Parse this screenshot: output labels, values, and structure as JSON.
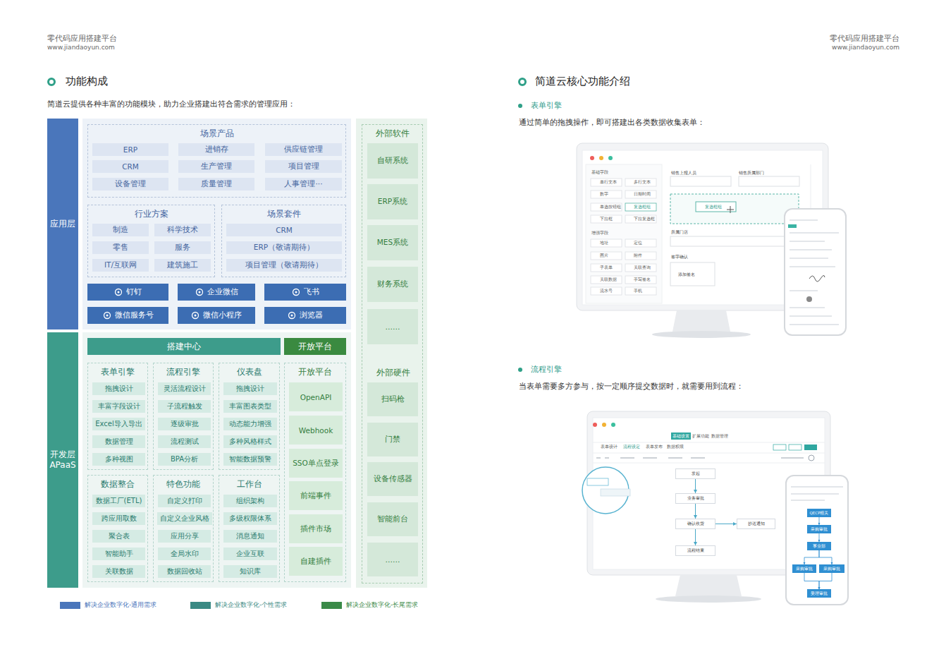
{
  "diagram": {
    "title": "功能构成",
    "nodes": [
      {
        "text": [
          "应用层"
        ]
      },
      {
        "text": [
          "场景产品"
        ]
      },
      {
        "text": [
          "ERP"
        ],
        "in": 1
      },
      {
        "text": [
          "进销存"
        ],
        "in": 1
      },
      {
        "text": [
          "供应链管理"
        ],
        "in": 1
      },
      {
        "text": [
          "CRM"
        ],
        "in": 1
      },
      {
        "text": [
          "生产管理"
        ],
        "in": 1
      },
      {
        "text": [
          "项目管理"
        ],
        "in": 1
      },
      {
        "text": [
          "设备管理"
        ],
        "in": 1
      },
      {
        "text": [
          "质量管理"
        ],
        "in": 1
      },
      {
        "text": [
          "人事管理···"
        ],
        "in": 1
      },
      {
        "text": [
          "行业方案"
        ]
      },
      {
        "text": [
          "制造"
        ],
        "in": 11
      },
      {
        "text": [
          "科学技术"
        ],
        "in": 11
      },
      {
        "text": [
          "零售"
        ],
        "in": 11
      },
      {
        "text": [
          "服务"
        ],
        "in": 11
      },
      {
        "text": [
          "IT/互联网"
        ],
        "in": 11
      },
      {
        "text": [
          "建筑施工"
        ],
        "in": 11
      },
      {
        "text": [
          "场景套件"
        ]
      },
      {
        "text": [
          "CRM"
        ],
        "in": 18
      },
      {
        "text": [
          "ERP（敬请期待）"
        ],
        "in": 18
      },
      {
        "text": [
          "项目管理（敬请期待）"
        ],
        "in": 18
      },
      {
        "text": [
          "钉钉"
        ]
      },
      {
        "text": [
          "企业微信"
        ]
      },
      {
        "text": [
          "飞书"
        ]
      },
      {
        "text": [
          "微信服务号"
        ]
      },
      {
        "text": [
          "微信小程序"
        ]
      },
      {
        "text": [
          "浏览器"
        ]
      },
      {
        "text": [
          "开发层 APaaS"
        ]
      },
      {
        "text": [
          "搭建中心"
        ]
      },
      {
        "text": [
          "开放平台"
        ]
      },
      {
        "text": [
          "表单引擎"
        ]
      },
      {
        "text": [
          "拖拽设计"
        ],
        "in": 31
      },
      {
        "text": [
          "丰富字段设计"
        ],
        "in": 31
      },
      {
        "text": [
          "Excel导入导出"
        ],
        "in": 31
      },
      {
        "text": [
          "数据管理"
        ],
        "in": 31
      },
      {
        "text": [
          "多种视图"
        ],
        "in": 31
      },
      {
        "text": [
          "流程引擎"
        ]
      },
      {
        "text": [
          "灵活流程设计"
        ],
        "in": 37
      },
      {
        "text": [
          "子流程触发"
        ],
        "in": 37
      },
      {
        "text": [
          "逐级审批"
        ],
        "in": 37
      },
      {
        "text": [
          "流程测试"
        ],
        "in": 37
      },
      {
        "text": [
          "BPA分析"
        ],
        "in": 37
      },
      {
        "text": [
          "仪表盘"
        ]
      },
      {
        "text": [
          "拖拽设计"
        ],
        "in": 43
      },
      {
        "text": [
          "丰富图表类型"
        ],
        "in": 43
      },
      {
        "text": [
          "动态能力增强"
        ],
        "in": 43
      },
      {
        "text": [
          "多种风格样式"
        ],
        "in": 43
      },
      {
        "text": [
          "智能数据预警"
        ],
        "in": 43
      },
      {
        "text": [
          "开放平台"
        ]
      },
      {
        "text": [
          "OpenAPI"
        ],
        "in": 49
      },
      {
        "text": [
          "Webhook"
        ],
        "in": 49
      },
      {
        "text": [
          "SSO单点登录"
        ],
        "in": 49
      },
      {
        "text": [
          "前端事件"
        ],
        "in": 49
      },
      {
        "text": [
          "插件市场"
        ],
        "in": 49
      },
      {
        "text": [
          "自建插件"
        ],
        "in": 49
      },
      {
        "text": [
          "数据整合"
        ]
      },
      {
        "text": [
          "数据工厂(ETL)"
        ],
        "in": 56
      },
      {
        "text": [
          "跨应用取数"
        ],
        "in": 56
      },
      {
        "text": [
          "聚合表"
        ],
        "in": 56
      },
      {
        "text": [
          "智能助手"
        ],
        "in": 56
      },
      {
        "text": [
          "关联数据"
        ],
        "in": 56
      },
      {
        "text": [
          "特色功能"
        ]
      },
      {
        "text": [
          "自定义打印"
        ],
        "in": 62
      },
      {
        "text": [
          "自定义企业风格"
        ],
        "in": 62
      },
      {
        "text": [
          "应用分享"
        ],
        "in": 62
      },
      {
        "text": [
          "全局水印"
        ],
        "in": 62
      },
      {
        "text": [
          "数据回收站"
        ],
        "in": 62
      },
      {
        "text": [
          "工作台"
        ]
      },
      {
        "text": [
          "组织架构"
        ],
        "in": 68
      },
      {
        "text": [
          "多级权限体系"
        ],
        "in": 68
      },
      {
        "text": [
          "消息通知"
        ],
        "in": 68
      },
      {
        "text": [
          "企业互联"
        ],
        "in": 68
      },
      {
        "text": [
          "知识库"
        ],
        "in": 68
      },
      {
        "text": [
          "外部软件"
        ]
      },
      {
        "text": [
          "自研系统"
        ],
        "in": 74
      },
      {
        "text": [
          "ERP系统"
        ],
        "in": 74
      },
      {
        "text": [
          "MES系统"
        ],
        "in": 74
      },
      {
        "text": [
          "财务系统"
        ],
        "in": 74
      },
      {
        "text": [
          "……"
        ],
        "in": 74
      },
      {
        "text": [
          "外部硬件"
        ],
        "in": 74
      },
      {
        "text": [
          "扫码枪"
        ],
        "in": 80
      },
      {
        "text": [
          "门禁"
        ],
        "in": 80
      },
      {
        "text": [
          "设备传感器"
        ],
        "in": 80
      },
      {
        "text": [
          "智能前台"
        ],
        "in": 80
      },
      {
        "text": [
          "……"
        ],
        "in": 80
      },
      {
        "text": [
          "发起"
        ]
      },
      {
        "text": [
          "业务审批"
        ]
      },
      {
        "text": [
          "确认收货"
        ]
      },
      {
        "text": [
          "抄送通知"
        ]
      },
      {
        "text": [
          "流程结束"
        ]
      },
      {
        "text": [
          "QECP相关"
        ]
      },
      {
        "text": [
          "采购审批"
        ]
      },
      {
        "text": [
          "事业部"
        ]
      },
      {
        "text": [
          "采购审批"
        ]
      },
      {
        "text": [
          "采购审批"
        ]
      },
      {
        "text": [
          "受理审批"
        ]
      }
    ],
    "edges": [
      {
        "from": 86,
        "to": 87,
        "arrow": "to"
      },
      {
        "from": 87,
        "to": 88,
        "arrow": "to"
      },
      {
        "from": 88,
        "to": 89,
        "arrow": "to"
      },
      {
        "from": 88,
        "to": 90,
        "arrow": "to"
      },
      {
        "from": 91,
        "to": 92,
        "arrow": "to"
      },
      {
        "from": 92,
        "to": 93,
        "arrow": "to"
      },
      {
        "from": 93,
        "to": 94,
        "arrow": "to"
      },
      {
        "from": 93,
        "to": 95,
        "arrow": "to"
      },
      {
        "from": 94,
        "to": 96,
        "arrow": "to"
      },
      {
        "from": 95,
        "to": 96,
        "arrow": "to"
      }
    ],
    "labels": [
      "零代码应用搭建平台",
      "www.jiandaoyun.com",
      "零代码应用搭建平台",
      "www.jiandaoyun.com",
      "简道云提供各种丰富的功能模块，助力企业搭建出符合需求的管理应用：",
      "简道云核心功能介绍",
      "表单引擎",
      "通过简单的拖拽操作，即可搭建出各类数据收集表单：",
      "流程引擎",
      "当表单需要多方参与，按一定顺序提交数据时，就需要用到流程：",
      "基础字段",
      "单行文本",
      "多行文本",
      "数字",
      "日期时间",
      "单选按钮组",
      "复选框组",
      "下拉框",
      "下拉复选框",
      "增强字段",
      "地址",
      "定位",
      "图片",
      "附件",
      "子表单",
      "关联查询",
      "关联数据",
      "手写签名",
      "流水号",
      "手机",
      "销售上报人员",
      "销售所属部门",
      "复选框组",
      "所属门店",
      "签字确认",
      "添加签名",
      "基础设置",
      "扩展功能",
      "数据管理",
      "表单设计",
      "流程设定",
      "表单发布",
      "数据权限"
    ],
    "legend": [
      {
        "text": "解决企业数字化-通用需求",
        "color": "#4a76bb"
      },
      {
        "text": "解决企业数字化-个性需求",
        "color": "#3a8a84"
      },
      {
        "text": "解决企业数字化-长尾需求",
        "color": "#3a8a48"
      }
    ]
  }
}
